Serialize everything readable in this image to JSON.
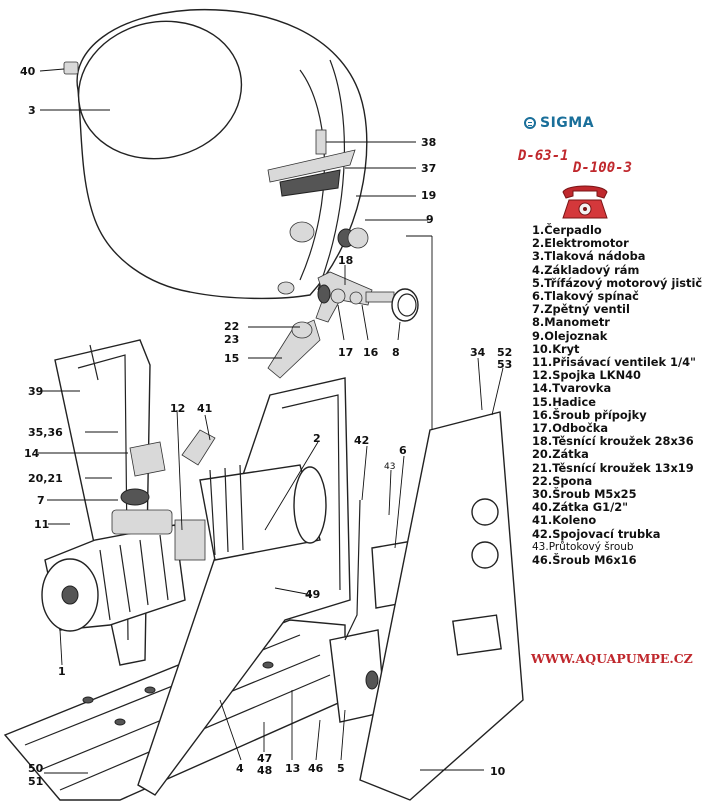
{
  "brand": {
    "name": "SIGMA",
    "color": "#1a6f9a"
  },
  "models": [
    "D-63-1",
    "D-100-3"
  ],
  "model_color": "#c0282d",
  "phone_icon": "red-telephone-icon",
  "legend": [
    {
      "no": "1.",
      "text": "Čerpadlo"
    },
    {
      "no": "2.",
      "text": "Elektromotor"
    },
    {
      "no": "3.",
      "text": "Tlaková nádoba"
    },
    {
      "no": "4.",
      "text": "Základový rám"
    },
    {
      "no": "5.",
      "text": "Třífázový motorový jistič"
    },
    {
      "no": "6.",
      "text": "Tlakový spínač"
    },
    {
      "no": "7.",
      "text": "Zpětný ventil"
    },
    {
      "no": "8.",
      "text": "Manometr"
    },
    {
      "no": "9.",
      "text": "Olejoznak"
    },
    {
      "no": "10.",
      "text": "Kryt"
    },
    {
      "no": "11.",
      "text": "Přisávací ventilek 1/4\""
    },
    {
      "no": "12.",
      "text": "Spojka LKN40"
    },
    {
      "no": "14.",
      "text": "Tvarovka"
    },
    {
      "no": "15.",
      "text": "Hadice"
    },
    {
      "no": "16.",
      "text": "Šroub přípojky"
    },
    {
      "no": "17.",
      "text": "Odbočka"
    },
    {
      "no": "18.",
      "text": "Těsnící kroužek 28x36"
    },
    {
      "no": "20.",
      "text": "Zátka"
    },
    {
      "no": "21.",
      "text": "Těsnící kroužek 13x19"
    },
    {
      "no": "22.",
      "text": "Spona"
    },
    {
      "no": "30.",
      "text": "Šroub M5x25"
    },
    {
      "no": "40.",
      "text": "Zátka G1/2\""
    },
    {
      "no": "41.",
      "text": "Koleno"
    },
    {
      "no": "42.",
      "text": "Spojovací trubka"
    },
    {
      "no": "43.",
      "text": "Průtokový šroub"
    },
    {
      "no": "46.",
      "text": "Šroub M6x16"
    }
  ],
  "website": {
    "text": "WWW.AQUAPUMPE.CZ",
    "color": "#c0282d"
  },
  "callouts": {
    "c40": "40",
    "c3": "3",
    "c38": "38",
    "c37": "37",
    "c19": "19",
    "c9": "9",
    "c18": "18",
    "c22": "22",
    "c23": "23",
    "c15": "15",
    "c17": "17",
    "c16": "16",
    "c8": "8",
    "c39": "39",
    "c12": "12",
    "c41": "41",
    "c2": "2",
    "c3536": "35,36",
    "c14": "14",
    "c2021": "20,21",
    "c7": "7",
    "c11": "11",
    "c42": "42",
    "c6": "6",
    "c43": "43",
    "c34": "34",
    "c52": "52",
    "c53": "53",
    "c1": "1",
    "c49": "49",
    "c4": "4",
    "c13": "13",
    "c46": "46",
    "c5": "5",
    "c47": "47",
    "c48": "48",
    "c10": "10",
    "c50": "50",
    "c51": "51"
  }
}
